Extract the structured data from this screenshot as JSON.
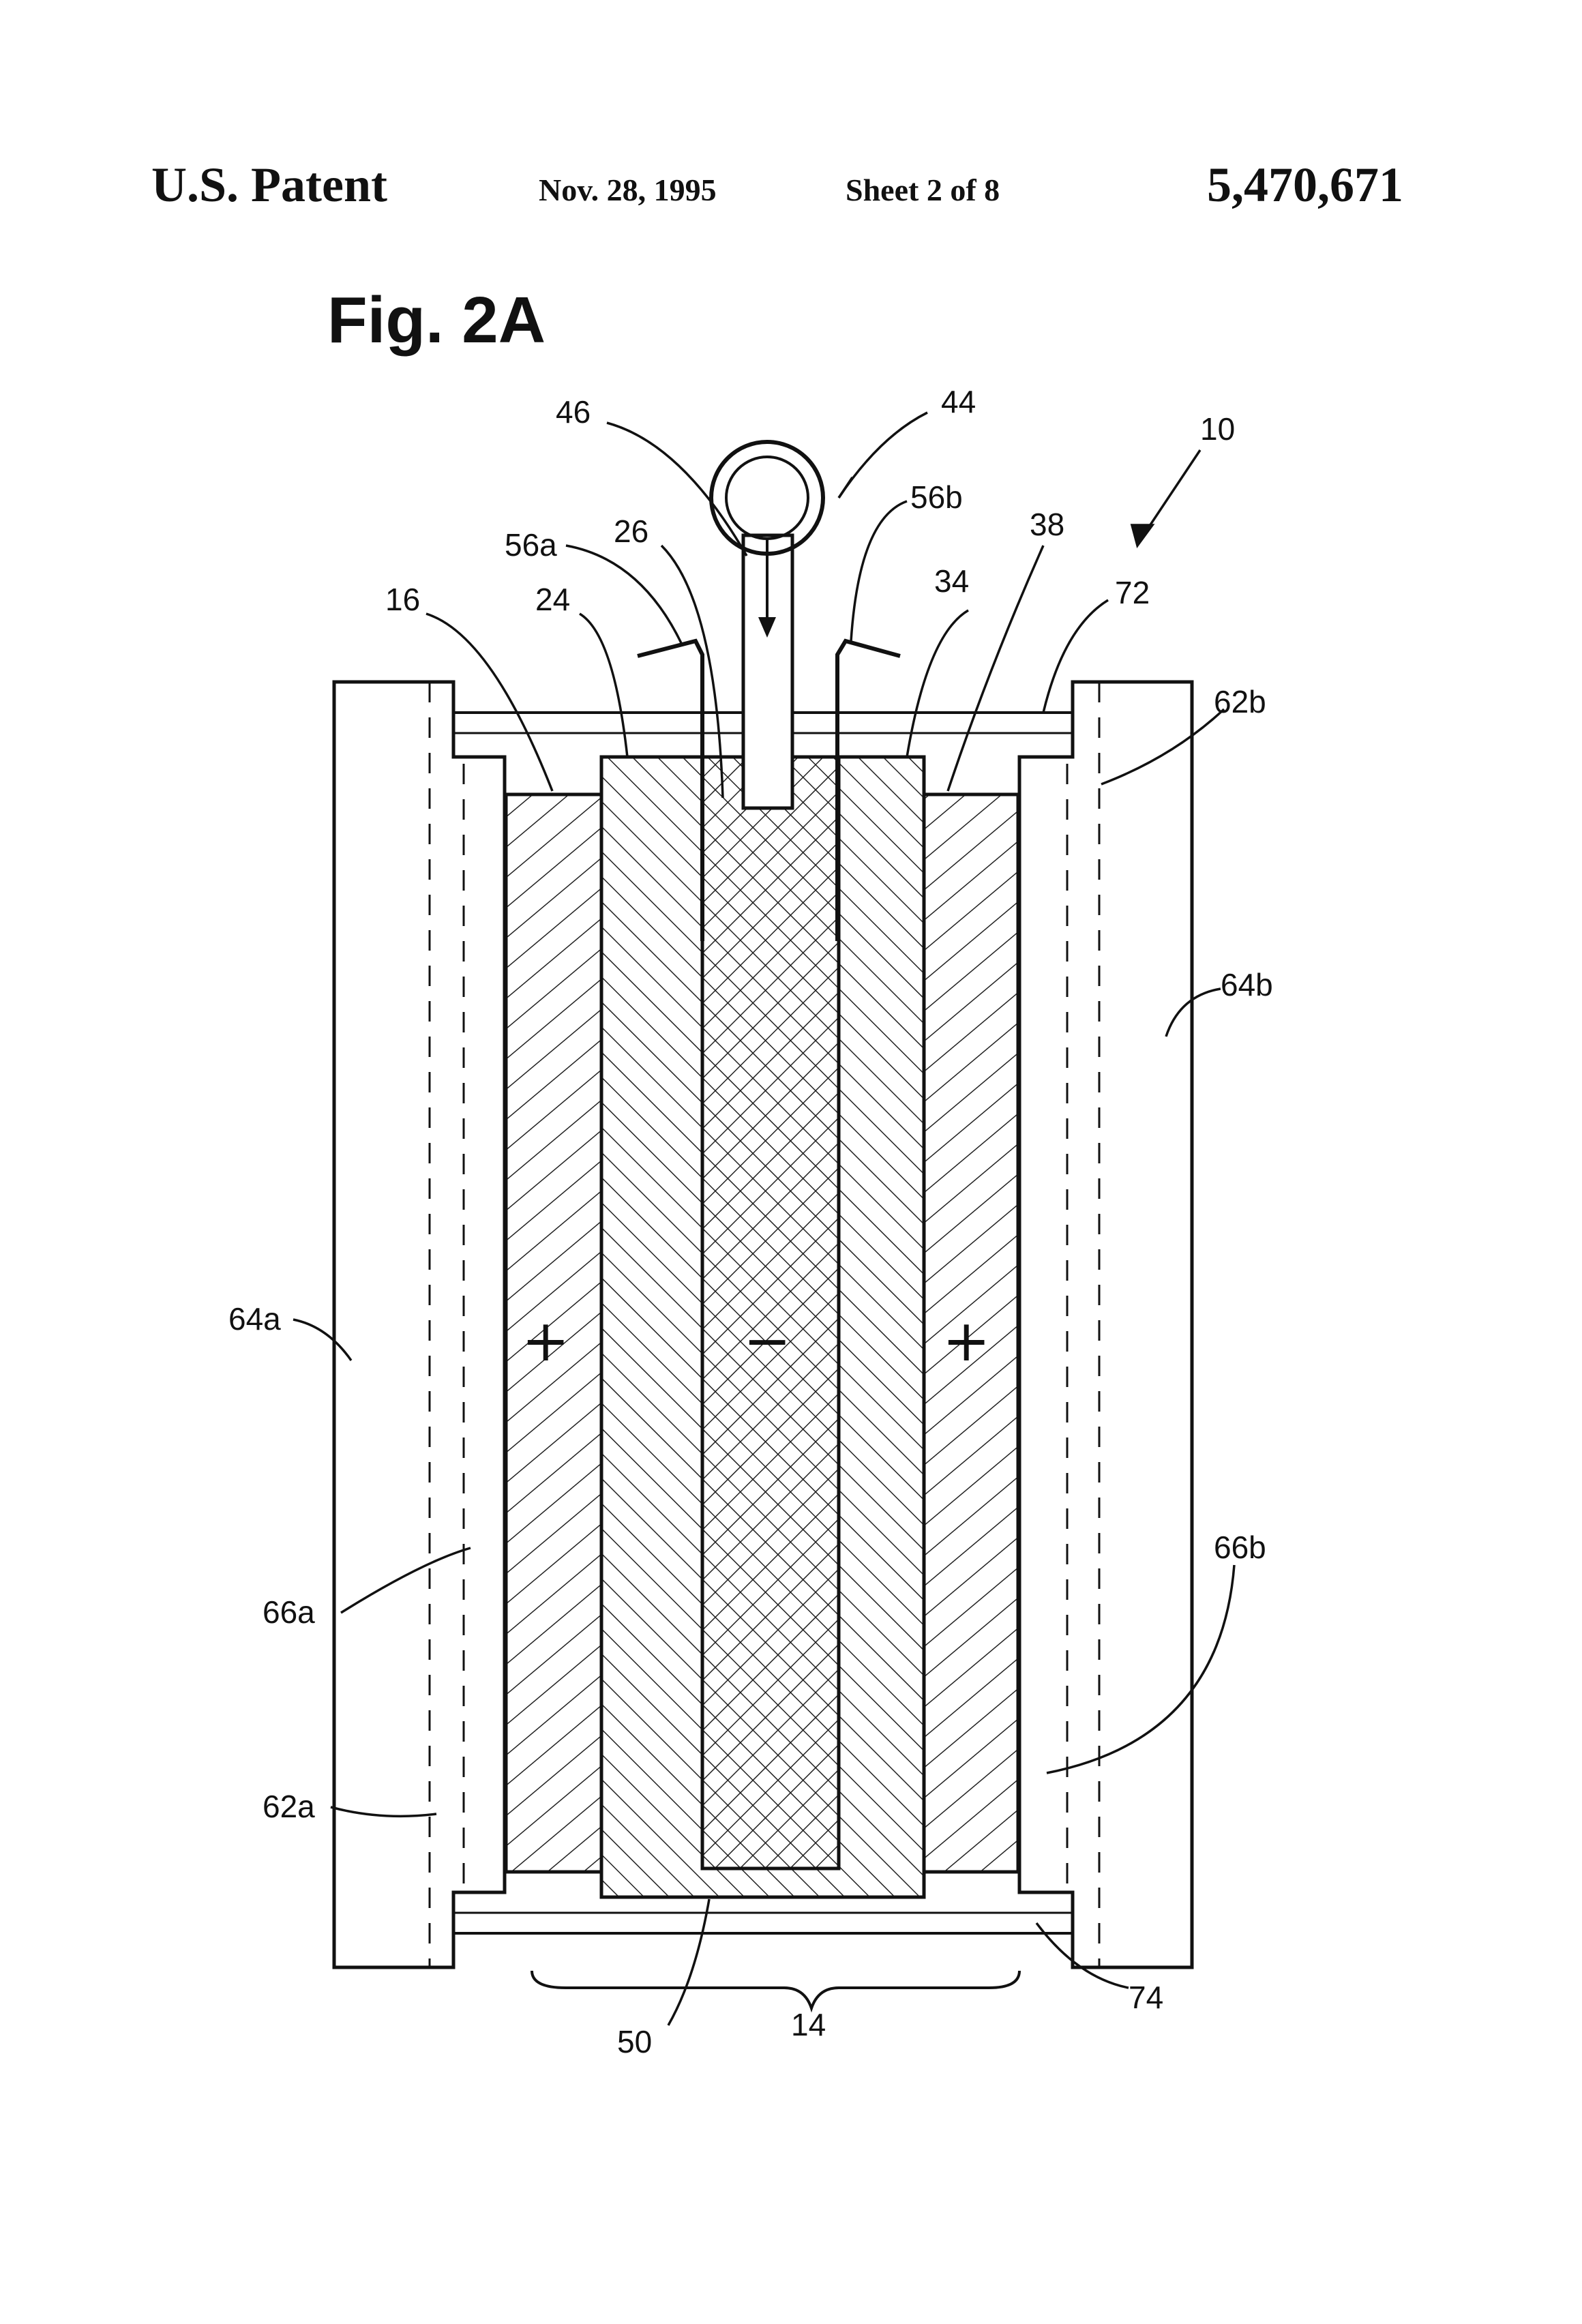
{
  "header": {
    "patent_label": "U.S. Patent",
    "date": "Nov. 28, 1995",
    "sheet": "Sheet 2 of 8",
    "patent_number": "5,470,671"
  },
  "figure": {
    "title": "Fig. 2A",
    "signs": {
      "left": "+",
      "center": "−",
      "right": "+"
    },
    "refs": {
      "r10": "10",
      "r14": "14",
      "r16": "16",
      "r24": "24",
      "r26": "26",
      "r34": "34",
      "r38": "38",
      "r44": "44",
      "r46": "46",
      "r50": "50",
      "r56a": "56a",
      "r56b": "56b",
      "r62a": "62a",
      "r62b": "62b",
      "r64a": "64a",
      "r64b": "64b",
      "r66a": "66a",
      "r66b": "66b",
      "r72": "72",
      "r74": "74"
    }
  }
}
